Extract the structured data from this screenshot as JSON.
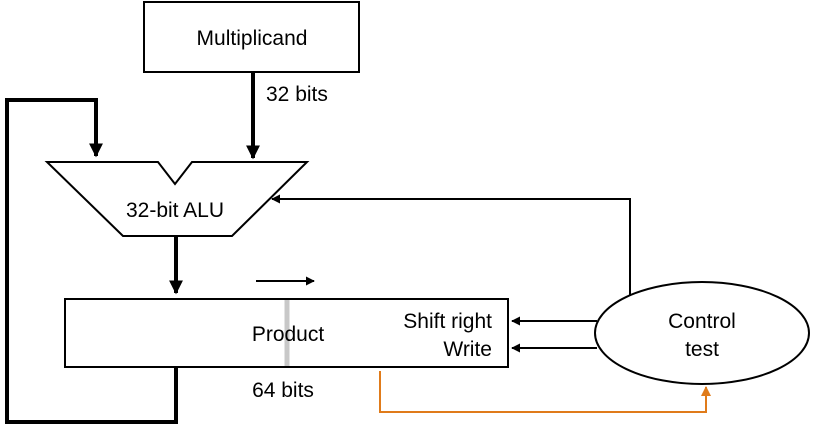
{
  "diagram": {
    "multiplicand_label": "Multiplicand",
    "multiplicand_width_label": "32 bits",
    "alu_label": "32-bit ALU",
    "product_label": "Product",
    "product_width_label": "64 bits",
    "shift_right_label": "Shift right",
    "write_label": "Write",
    "control_label_line1": "Control",
    "control_label_line2": "test"
  },
  "colors": {
    "line": "#000000",
    "feedback_arrow": "#e07b1a",
    "product_divider": "#c8c8c8"
  }
}
